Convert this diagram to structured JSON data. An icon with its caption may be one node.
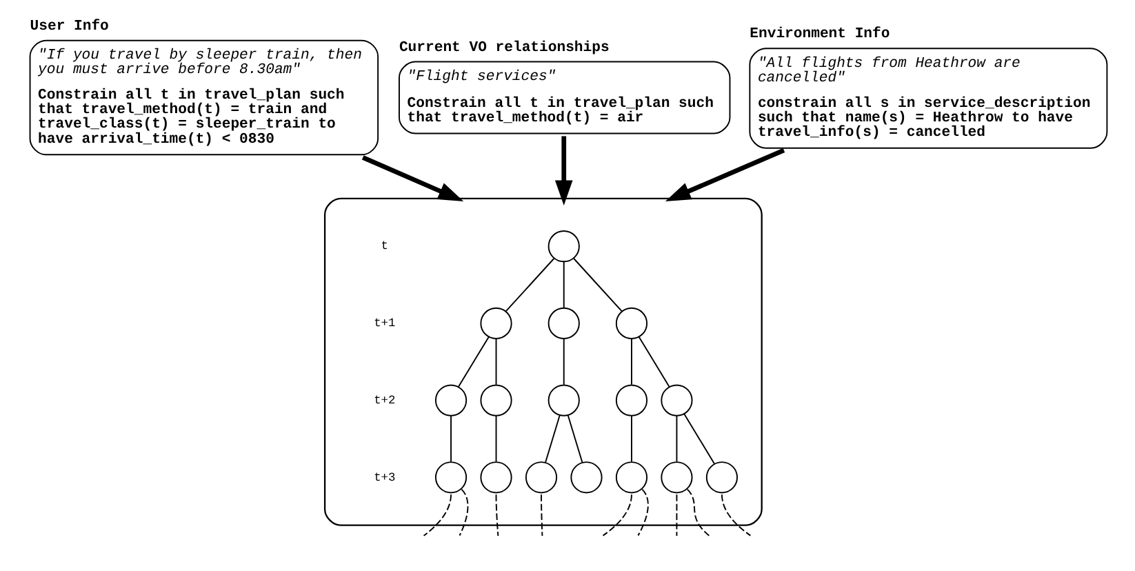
{
  "diagram": {
    "nodes": [
      {
        "text": [
          "User Info",
          "\"If you travel by sleeper train, then you must arrive before 8.30am\"",
          "Constrain all t in travel_plan such that travel_method(t) = train and travel_class(t) = sleeper_train to have arrival_time(t) < 0830"
        ]
      },
      {
        "text": [
          "Current VO relationships",
          "\"Flight services\"",
          "Constrain all t in travel_plan such that travel_method(t) = air"
        ]
      },
      {
        "text": [
          "Environment Info",
          "\"All flights from Heathrow are cancelled\"",
          "constrain all s in service_description such that name(s) = Heathrow to have travel_info(s) = cancelled"
        ]
      },
      {
        "text": [],
        "shape": "ellipse"
      },
      {
        "text": [],
        "shape": "circle",
        "in": 3
      },
      {
        "text": [],
        "shape": "circle",
        "in": 3
      },
      {
        "text": [],
        "shape": "circle",
        "in": 3
      },
      {
        "text": [],
        "shape": "circle",
        "in": 3
      },
      {
        "text": [],
        "shape": "circle",
        "in": 3
      },
      {
        "text": [],
        "shape": "circle",
        "in": 3
      },
      {
        "text": [],
        "shape": "circle",
        "in": 3
      },
      {
        "text": [],
        "shape": "circle",
        "in": 3
      },
      {
        "text": [],
        "shape": "circle",
        "in": 3
      },
      {
        "text": [],
        "shape": "circle",
        "in": 3
      },
      {
        "text": [],
        "shape": "circle",
        "in": 3
      },
      {
        "text": [],
        "shape": "circle",
        "in": 3
      },
      {
        "text": [],
        "shape": "circle",
        "in": 3
      },
      {
        "text": [],
        "shape": "circle",
        "in": 3
      },
      {
        "text": [],
        "shape": "circle",
        "in": 3
      },
      {
        "text": [],
        "shape": "circle",
        "in": 3
      }
    ],
    "edges": [
      {
        "from": 0,
        "to": 3,
        "arrow": "to",
        "style": "thick"
      },
      {
        "from": 1,
        "to": 3,
        "arrow": "to",
        "style": "thick"
      },
      {
        "from": 2,
        "to": 3,
        "arrow": "to",
        "style": "thick"
      },
      {
        "from": 4,
        "to": 5,
        "arrow": "none"
      },
      {
        "from": 4,
        "to": 6,
        "arrow": "none"
      },
      {
        "from": 4,
        "to": 7,
        "arrow": "none"
      },
      {
        "from": 5,
        "to": 8,
        "arrow": "none"
      },
      {
        "from": 5,
        "to": 9,
        "arrow": "none"
      },
      {
        "from": 6,
        "to": 10,
        "arrow": "none"
      },
      {
        "from": 7,
        "to": 11,
        "arrow": "none"
      },
      {
        "from": 7,
        "to": 12,
        "arrow": "none"
      },
      {
        "from": 8,
        "to": 13,
        "arrow": "none"
      },
      {
        "from": 9,
        "to": 14,
        "arrow": "none"
      },
      {
        "from": 10,
        "to": 15,
        "arrow": "none"
      },
      {
        "from": 10,
        "to": 16,
        "arrow": "none"
      },
      {
        "from": 11,
        "to": 17,
        "arrow": "none"
      },
      {
        "from": 12,
        "to": 18,
        "arrow": "none"
      },
      {
        "from": 12,
        "to": 19,
        "arrow": "none"
      },
      {
        "from": 13,
        "to": null,
        "arrow": "none",
        "style": "dashed"
      },
      {
        "from": 13,
        "to": null,
        "arrow": "none",
        "style": "dashed"
      },
      {
        "from": 14,
        "to": null,
        "arrow": "none",
        "style": "dashed"
      },
      {
        "from": 15,
        "to": null,
        "arrow": "none",
        "style": "dashed"
      },
      {
        "from": 17,
        "to": null,
        "arrow": "none",
        "style": "dashed"
      },
      {
        "from": 17,
        "to": null,
        "arrow": "none",
        "style": "dashed"
      },
      {
        "from": 18,
        "to": null,
        "arrow": "none",
        "style": "dashed"
      },
      {
        "from": 18,
        "to": null,
        "arrow": "none",
        "style": "dashed"
      },
      {
        "from": 19,
        "to": null,
        "arrow": "none",
        "style": "dashed"
      }
    ],
    "labels": [
      "t",
      "t+1",
      "t+2",
      "t+3"
    ]
  }
}
